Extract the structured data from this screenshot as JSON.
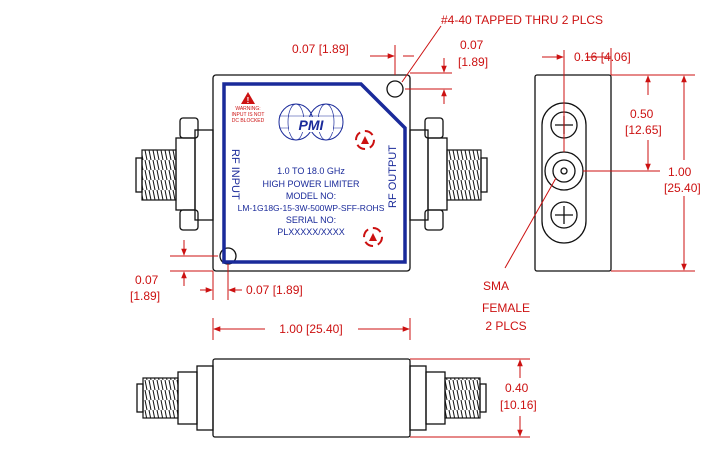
{
  "callouts": {
    "tapped_holes": "#4-40 TAPPED THRU 2 PLCS",
    "sma_line1": "SMA",
    "sma_line2": "FEMALE",
    "sma_line3": "2 PLCS"
  },
  "dimensions": {
    "top_hole_x": "0.07 [1.89]",
    "top_hole_y_in": "0.07",
    "top_hole_y_mm": "[1.89]",
    "bottom_hole_y_in": "0.07",
    "bottom_hole_y_mm": "[1.89]",
    "bottom_hole_x": "0.07 [1.89]",
    "length": "1.00 [25.40]",
    "side_offset": "0.16 [4.06]",
    "connector_center_in": "0.50",
    "connector_center_mm": "[12.65]",
    "side_height_in": "1.00",
    "side_height_mm": "[25.40]",
    "thickness_in": "0.40",
    "thickness_mm": "[10.16]"
  },
  "label_plate": {
    "warning_line1": "WARNING:",
    "warning_line2": "INPUT IS NOT",
    "warning_line3": "DC BLOCKED",
    "logo": "PMI",
    "frequency": "1.0 TO 18.0 GHz",
    "product": "HIGH POWER LIMITER",
    "model_label": "MODEL NO:",
    "model_number": "LM-1G18G-15-3W-500WP-SFF-ROHS",
    "serial_label": "SERIAL NO:",
    "serial_number": "PLXXXXX/XXXX"
  },
  "ports": {
    "input": "RF INPUT",
    "output": "RF OUTPUT"
  },
  "colors": {
    "dimension": "#cc1111",
    "label": "#1a2a9a",
    "outline": "#111111"
  }
}
